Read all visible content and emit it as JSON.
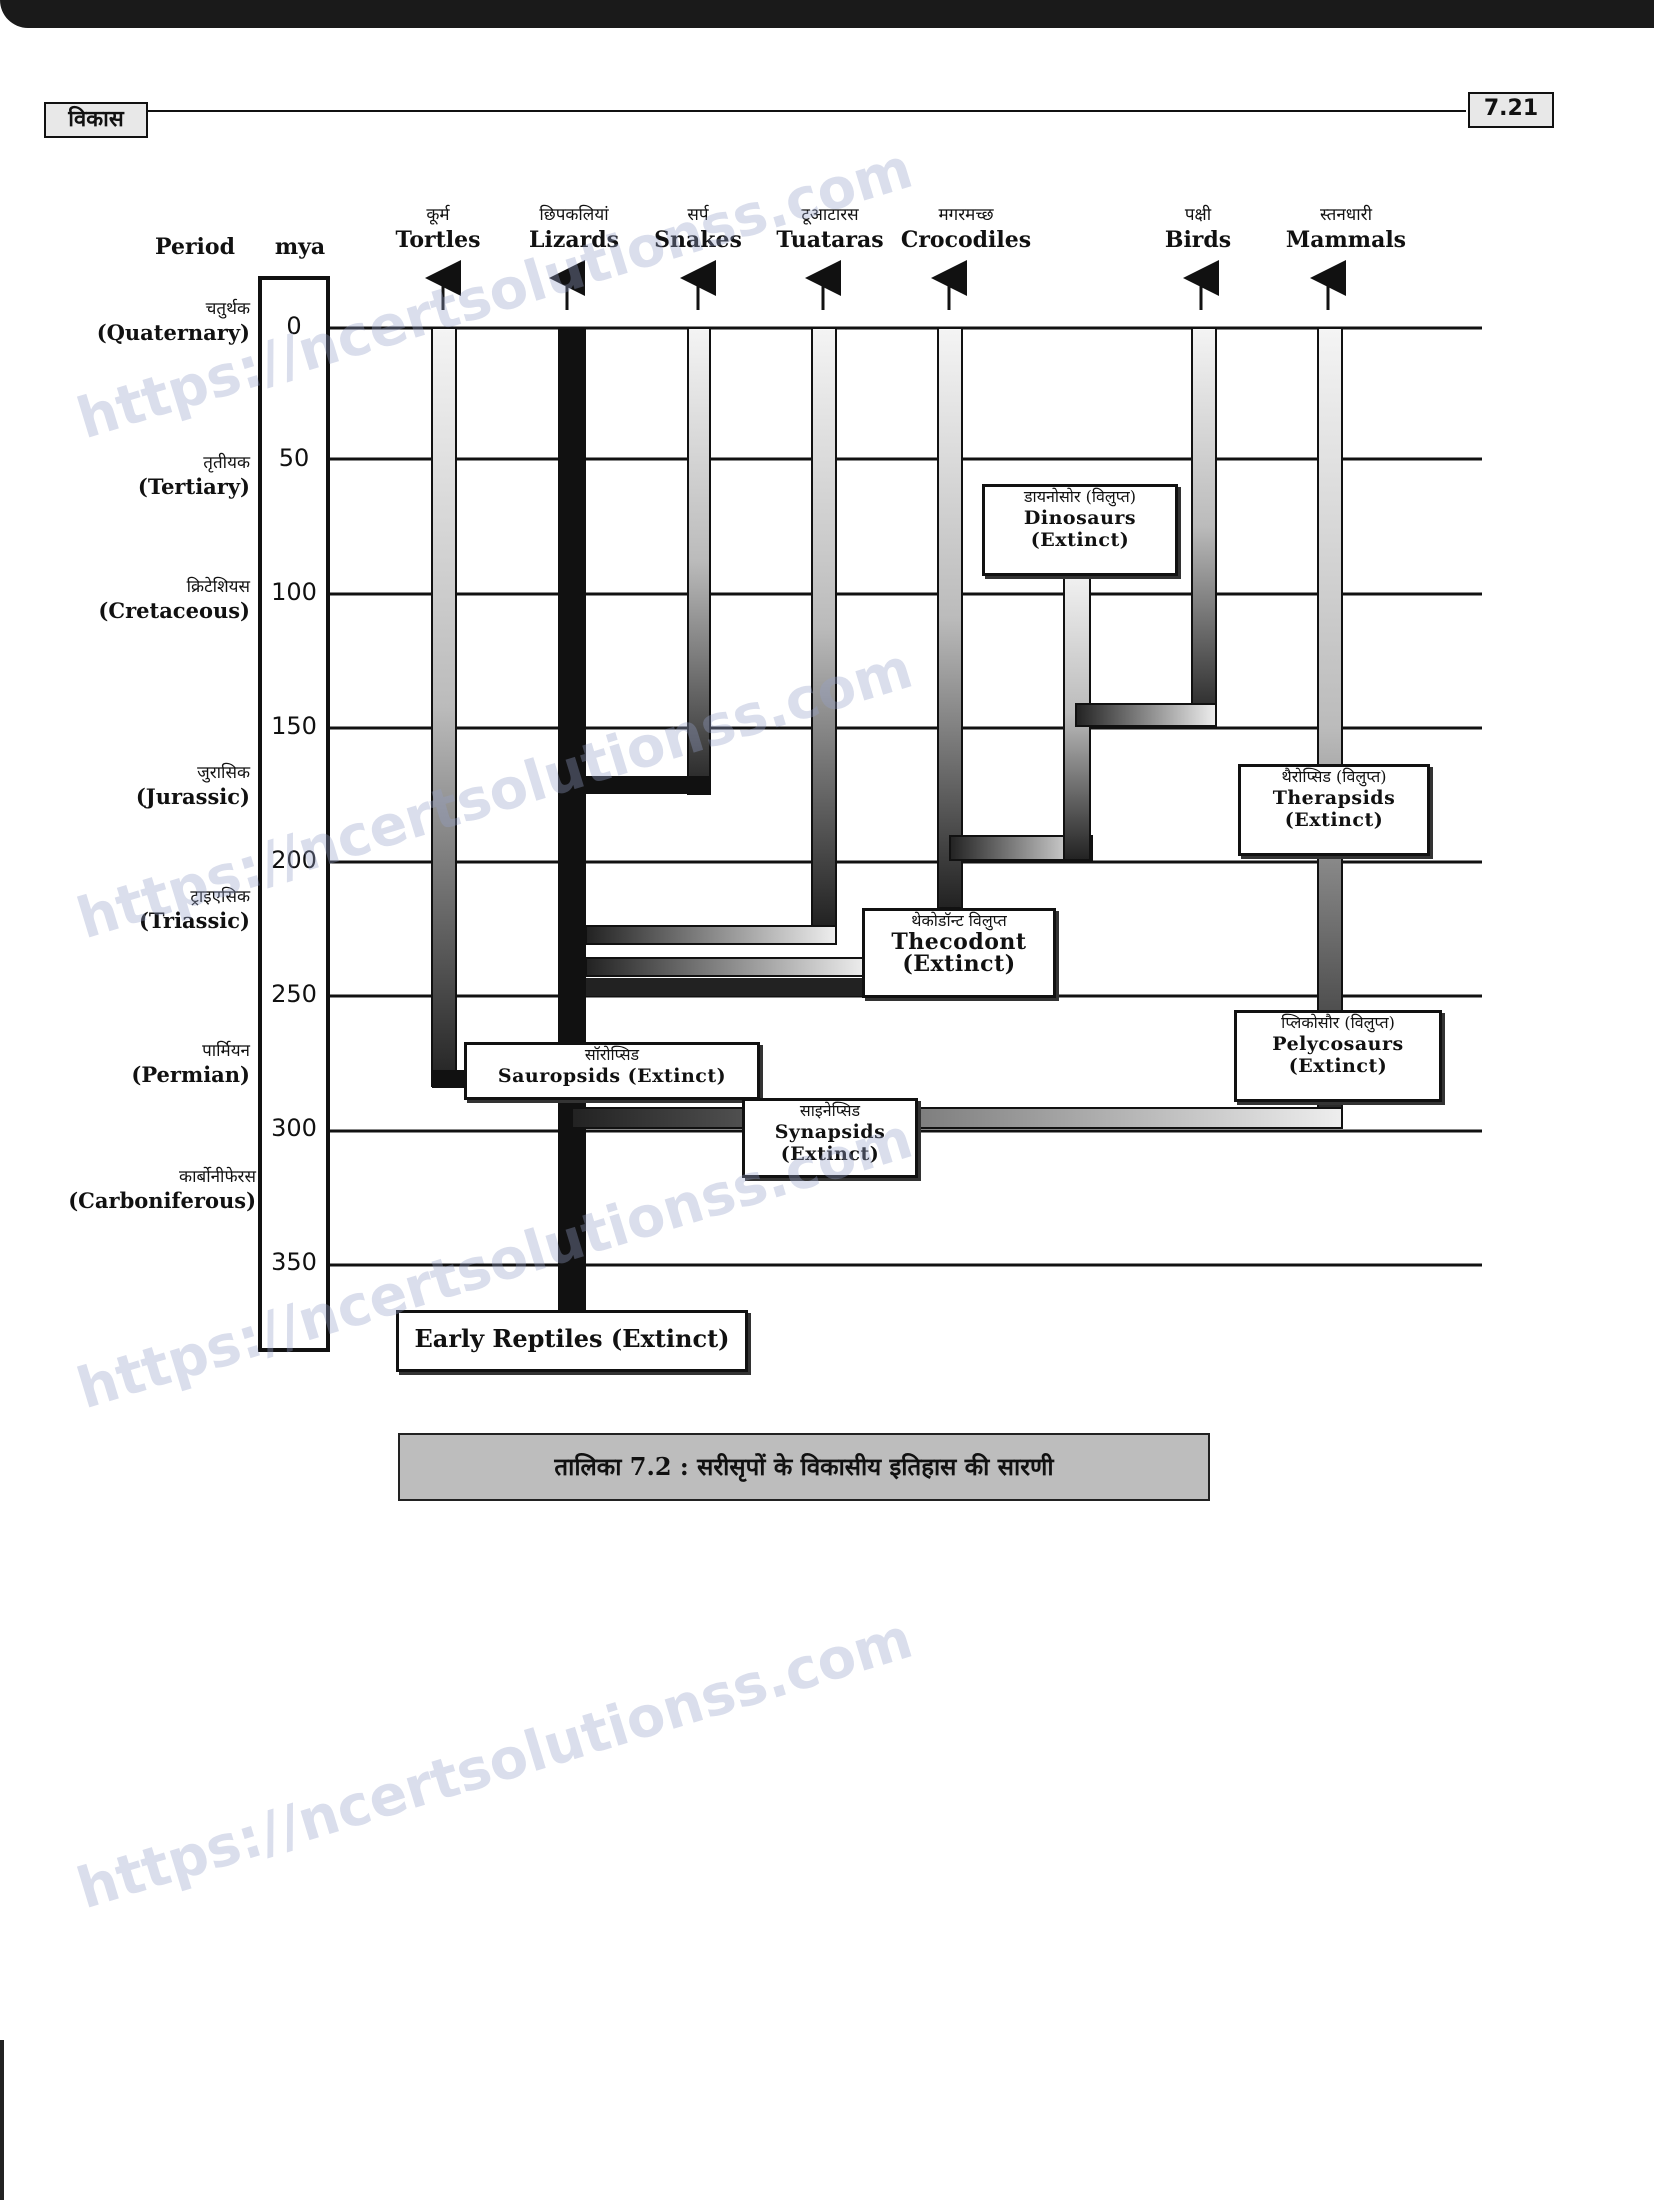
{
  "header": {
    "chapter": "विकास",
    "page_number": "7.21"
  },
  "columns_header": {
    "period": "Period",
    "mya": "mya"
  },
  "groups": [
    {
      "hindi": "कूर्म",
      "english": "Tortles"
    },
    {
      "hindi": "छिपकलियां",
      "english": "Lizards"
    },
    {
      "hindi": "सर्प",
      "english": "Snakes"
    },
    {
      "hindi": "टूआटारस",
      "english": "Tuataras"
    },
    {
      "hindi": "मगरमच्छ",
      "english": "Crocodiles"
    },
    {
      "hindi": "पक्षी",
      "english": "Birds"
    },
    {
      "hindi": "स्तनधारी",
      "english": "Mammals"
    }
  ],
  "periods": [
    {
      "hindi": "चतुर्थक",
      "english": "(Quaternary)"
    },
    {
      "hindi": "तृतीयक",
      "english": "(Tertiary)"
    },
    {
      "hindi": "क्रिटेशियस",
      "english": "(Cretaceous)"
    },
    {
      "hindi": "जुरासिक",
      "english": "(Jurassic)"
    },
    {
      "hindi": "ट्राइएसिक",
      "english": "(Triassic)"
    },
    {
      "hindi": "पार्मियन",
      "english": "(Permian)"
    },
    {
      "hindi": "कार्बोनीफेरस",
      "english": "(Carboniferous)"
    }
  ],
  "mya_ticks": [
    "0",
    "50",
    "100",
    "150",
    "200",
    "250",
    "300",
    "350"
  ],
  "extinct_groups": {
    "dinosaurs": {
      "hindi": "डायनोसोर (विलुप्त)",
      "english": "Dinosaurs",
      "status": "(Extinct)"
    },
    "therapsids": {
      "hindi": "थैरोप्सिड (विलुप्त)",
      "english": "Therapsids",
      "status": "(Extinct)"
    },
    "thecodont": {
      "hindi": "थेकोडॉन्ट विलुप्त",
      "english": "Thecodont",
      "status": "(Extinct)"
    },
    "pelycosaurs": {
      "hindi": "प्लिकोसौर (विलुप्त)",
      "english": "Pelycosaurs",
      "status": "(Extinct)"
    },
    "sauropsids": {
      "hindi": "सॉरोप्सिड",
      "english": "Sauropsids (Extinct)"
    },
    "synapsids": {
      "hindi": "साइनेप्सिड",
      "english": "Synapsids",
      "status": "(Extinct)"
    },
    "early_reptiles": {
      "english": "Early Reptiles (Extinct)"
    }
  },
  "caption": "तालिका 7.2 : सरीसृपों के विकासीय इतिहास की सारणी",
  "watermark": "https://ncertsolutionss.com"
}
